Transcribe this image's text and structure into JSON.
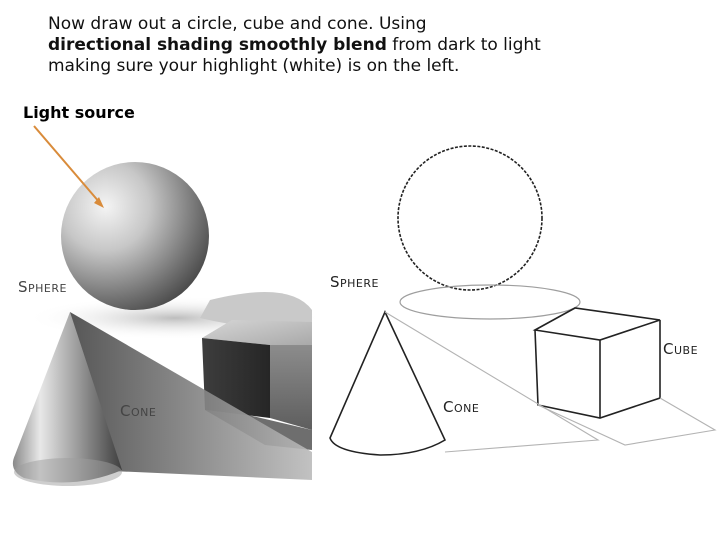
{
  "instructions": {
    "line1": "Now draw out a circle, cube and cone.  Using",
    "line2_bold": "directional shading  smoothly blend",
    "line2_rest": " from dark to light",
    "line3": "making sure your highlight (white) is on the left."
  },
  "light_source_label": "Light source",
  "shaded_labels": {
    "sphere": "Sphere",
    "cone": "Cone"
  },
  "outline_labels": {
    "sphere": "Sphere",
    "cube": "Cube",
    "cone": "Cone"
  },
  "colors": {
    "arrow": "#d98b3a",
    "text": "#111111",
    "label_gray": "#444444"
  }
}
